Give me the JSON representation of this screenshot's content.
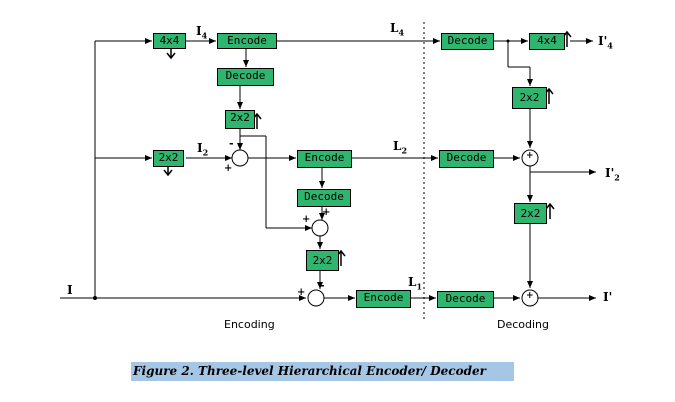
{
  "boxes": {
    "down4": "4x4",
    "encode1": "Encode",
    "decode1": "Decode",
    "up2_a": "2x2",
    "down2": "2x2",
    "encode2": "Encode",
    "decode2": "Decode",
    "up2_b": "2x2",
    "encode3": "Encode",
    "dec_decode1": "Decode",
    "up4": "4x4",
    "dec_up2_a": "2x2",
    "dec_decode2": "Decode",
    "dec_up2_b": "2x2",
    "dec_decode3": "Decode"
  },
  "labels": {
    "input": "I",
    "i4": "I",
    "i4_sub": "4",
    "i2": "I",
    "i2_sub": "2",
    "l4": "L",
    "l4_sub": "4",
    "l2": "L",
    "l2_sub": "2",
    "l1": "L",
    "l1_sub": "1",
    "out4": "I'",
    "out4_sub": "4",
    "out2": "I'",
    "out2_sub": "2",
    "out": "I'",
    "minus": "-",
    "plus": "+"
  },
  "sections": {
    "encoding": "Encoding",
    "decoding": "Decoding"
  },
  "caption": "Figure 2. Three-level Hierarchical Encoder/ Decoder",
  "colors": {
    "box_fill": "#2fb56d",
    "caption_bg": "#a6c6e5"
  }
}
